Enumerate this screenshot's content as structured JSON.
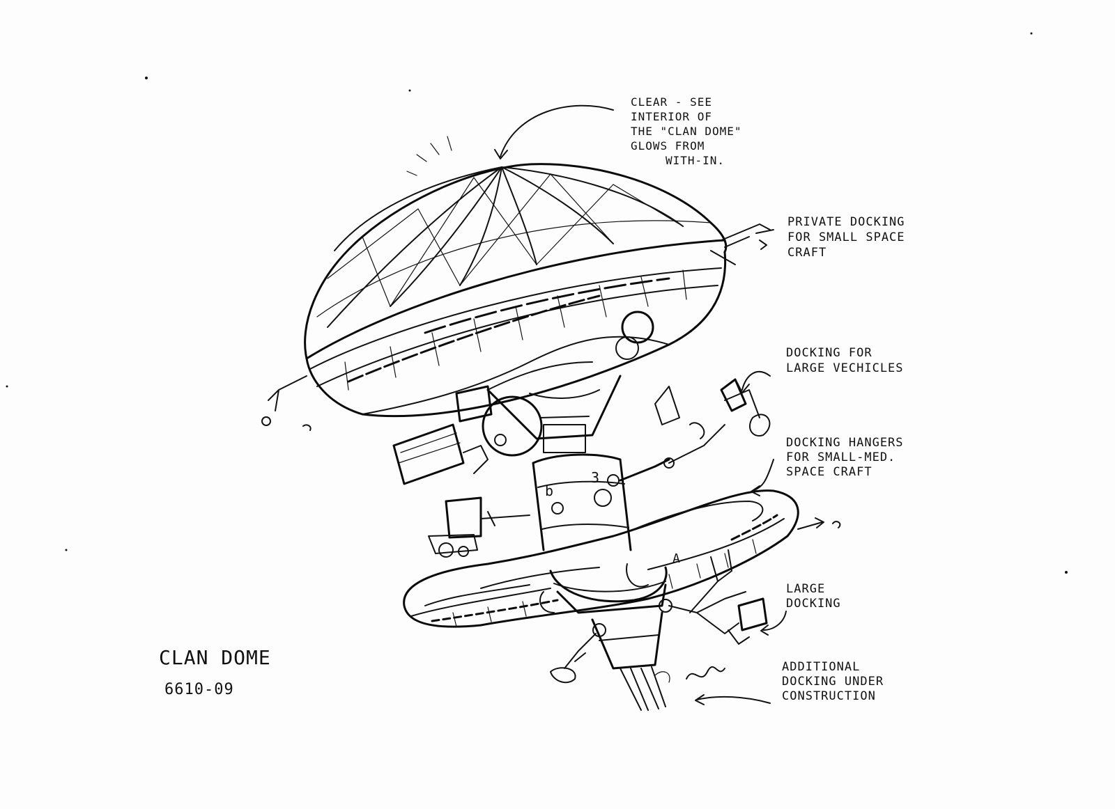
{
  "title": "CLAN DOME",
  "drawing_number": "6610-09",
  "annotations": {
    "dome": [
      "CLEAR - SEE",
      "INTERIOR OF",
      "THE \"CLAN DOME\"",
      "GLOWS FROM",
      "WITH-IN."
    ],
    "private_docking": [
      "PRIVATE DOCKING",
      "FOR SMALL SPACE",
      "CRAFT"
    ],
    "large_vehicles": [
      "DOCKING FOR",
      "LARGE VECHICLES"
    ],
    "hangers": [
      "DOCKING HANGERS",
      "FOR SMALL-MED.",
      "SPACE CRAFT"
    ],
    "large_docking": [
      "LARGE",
      "DOCKING"
    ],
    "construction": [
      "ADDITIONAL",
      "DOCKING UNDER",
      "CONSTRUCTION"
    ]
  },
  "hull_markings": [
    "b",
    "3",
    "A"
  ],
  "colors": {
    "ink": "#111111",
    "paper": "#fdfdfd"
  }
}
